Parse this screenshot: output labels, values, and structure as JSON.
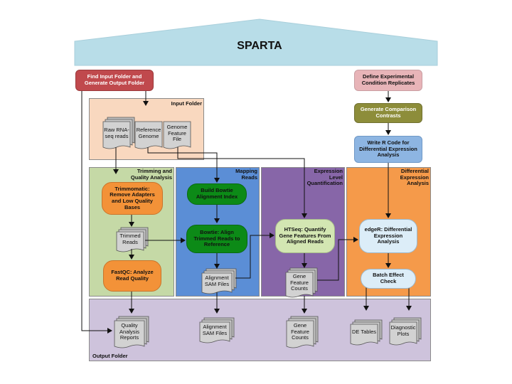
{
  "title": "SPARTA",
  "colors": {
    "roof": "#b8dde8",
    "red": "#c0494d",
    "pink": "#e8b4b8",
    "olive": "#8d8d3a",
    "blue_box": "#8db5e2",
    "input_bg": "#f9d8bf",
    "trim_bg": "#c5d9a6",
    "map_bg": "#5b8ed6",
    "expr_bg": "#8766a8",
    "diff_bg": "#f59a4a",
    "output_bg": "#cec3dc",
    "orange_pill": "#f39238",
    "green_pill": "#0c8a17",
    "light_green_pill": "#d3e6b2",
    "light_blue_pill": "#dcedf8"
  },
  "steps": {
    "find_input": "Find Input Folder and Generate Output Folder",
    "define_replicates": "Define Experimental Condition Replicates",
    "generate_contrasts": "Generate Comparison Contrasts",
    "write_r_code": "Write R Code for Differential Expression Analysis"
  },
  "panels": {
    "input": "Input Folder",
    "trimming": "Trimming and Quality Analysis",
    "mapping": "Mapping Reads",
    "expression": "Expression Level Quantification",
    "differential": "Differential Expression Analysis",
    "output": "Output Folder"
  },
  "inputs": {
    "raw_reads": "Raw RNA-seq reads",
    "reference_genome": "Reference Genome",
    "genome_feature_file": "Genome Feature File"
  },
  "processes": {
    "trimmomatic": "Trimmomatic: Remove Adapters and Low Quality Bases",
    "fastqc": "FastQC: Analyze Read Quality",
    "build_bowtie": "Build Bowtie Alignment Index",
    "bowtie": "Bowtie: Align Trimmed Reads to Reference",
    "htseq": "HTSeq: Quantify Gene Features From Aligned Reads",
    "edger": "edgeR: Differential Expression Analysis",
    "batch_effect": "Batch Effect Check"
  },
  "files": {
    "trimmed_reads": "Trimmed Reads",
    "alignment_sam": "Alignment SAM Files",
    "gene_feature_counts": "Gene Feature Counts"
  },
  "outputs": {
    "quality_reports": "Quality Analysis Reports",
    "alignment_sam": "Alignment SAM Files",
    "gene_feature_counts": "Gene Feature Counts",
    "de_tables": "DE Tables",
    "diagnostic_plots": "Diagnostic Plots"
  }
}
